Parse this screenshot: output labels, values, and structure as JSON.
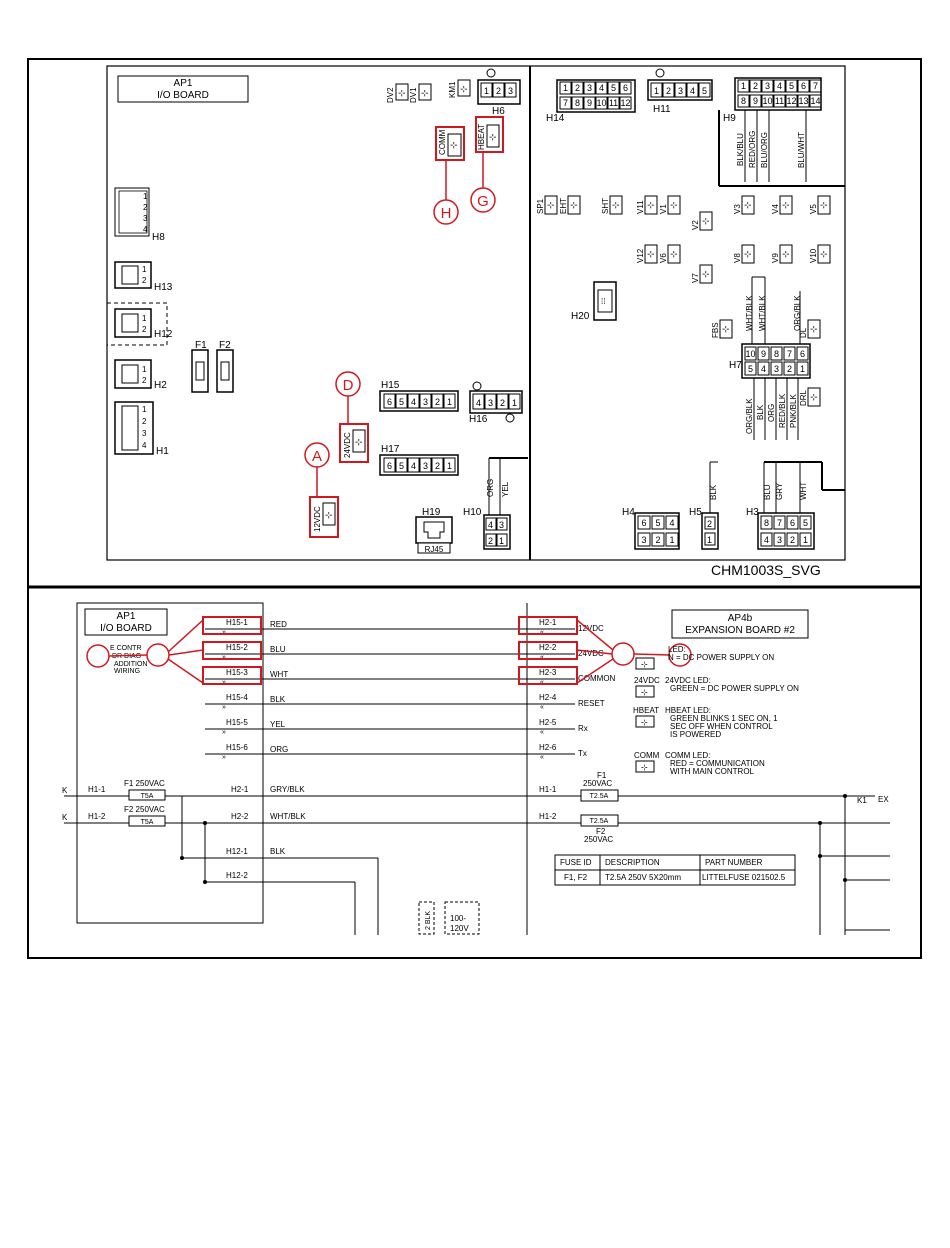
{
  "board_top": {
    "title_line1": "AP1",
    "title_line2": "I/O BOARD",
    "figure_id": "CHM1003S_SVG",
    "left_connectors": [
      "H8",
      "H13",
      "H12",
      "H2",
      "H1"
    ],
    "fuses": [
      "F1",
      "F2"
    ],
    "connectors": {
      "h15": "H15",
      "h16": "H16",
      "h17": "H17",
      "h19": "H19",
      "rj45": "RJ45",
      "h10": "H10",
      "h6": "H6",
      "h14": "H14",
      "h11": "H11",
      "h9": "H9",
      "h20": "H20",
      "h7": "H7",
      "h4": "H4",
      "h5": "H5",
      "h3": "H3"
    },
    "h15_pins": [
      "6",
      "5",
      "4",
      "3",
      "2",
      "1"
    ],
    "h17_pins": [
      "6",
      "5",
      "4",
      "3",
      "2",
      "1"
    ],
    "h16_pins": [
      "4",
      "3",
      "2",
      "1"
    ],
    "h10_pins_top": [
      "4",
      "3"
    ],
    "h10_pins_bot": [
      "2",
      "1"
    ],
    "h6_pins": [
      "1",
      "2",
      "3"
    ],
    "h14_pins_top": [
      "1",
      "2",
      "3",
      "4",
      "5",
      "6"
    ],
    "h14_pins_bot": [
      "7",
      "8",
      "9",
      "10",
      "11",
      "12"
    ],
    "h11_pins": [
      "1",
      "2",
      "3",
      "4",
      "5"
    ],
    "h9_pins_top": [
      "1",
      "2",
      "3",
      "4",
      "5",
      "6",
      "7"
    ],
    "h9_pins_bot": [
      "8",
      "9",
      "10",
      "11",
      "12",
      "13",
      "14"
    ],
    "h7_pins_top": [
      "10",
      "9",
      "8",
      "7",
      "6"
    ],
    "h7_pins_bot": [
      "5",
      "4",
      "3",
      "2",
      "1"
    ],
    "h4_pins_top": [
      "6",
      "5",
      "4"
    ],
    "h4_pins_bot": [
      "3",
      "2",
      "1"
    ],
    "h5_pins": [
      "2",
      "1"
    ],
    "h3_pins_top": [
      "8",
      "7",
      "6",
      "5"
    ],
    "h3_pins_bot": [
      "4",
      "3",
      "2",
      "1"
    ],
    "leds": {
      "dv2": "DV2",
      "dv1": "DV1",
      "km1": "KM1",
      "comm": "COMM",
      "hbeat": "HBEAT",
      "v12vdc": "12VDC",
      "v24vdc": "24VDC",
      "sp1": "SP1",
      "eht": "EHT",
      "sht": "SHT",
      "v11": "V11",
      "v1": "V1",
      "v2": "V2",
      "v3": "V3",
      "v4": "V4",
      "v5": "V5",
      "v12": "V12",
      "v6": "V6",
      "v7": "V7",
      "v8": "V8",
      "v9": "V9",
      "v10": "V10",
      "fbs": "FBS",
      "dl": "DL",
      "drl": "DRL"
    },
    "h9_wires": [
      "BLK/BLU",
      "RED/ORG",
      "BLU/ORG",
      "BLU/WHT"
    ],
    "h7_wires_top": [
      "WHT/BLK",
      "WHT/BLK",
      "ORG/BLK"
    ],
    "h7_wires_bot": [
      "ORG/BLK",
      "BLK",
      "ORG",
      "RED/BLK",
      "PNK/BLK"
    ],
    "h10_wires": [
      "ORG",
      "YEL"
    ],
    "h5_wires": [
      "BLK"
    ],
    "h3_wires": [
      "BLU",
      "GRY",
      "WHT"
    ],
    "callouts": [
      "A",
      "D",
      "H",
      "G"
    ]
  },
  "schematic": {
    "ap1_line1": "AP1",
    "ap1_line2": "I/O BOARD",
    "ap1_note_lines": [
      "E CONTR",
      "DR DIAG",
      "ADDITION",
      "WIRING"
    ],
    "ap4b_line1": "AP4b",
    "ap4b_line2": "EXPANSION BOARD #2",
    "rows": [
      {
        "left": "H15-1",
        "wire": "RED",
        "right": "H2-1",
        "signal": "12VDC"
      },
      {
        "left": "H15-2",
        "wire": "BLU",
        "right": "H2-2",
        "signal": "24VDC"
      },
      {
        "left": "H15-3",
        "wire": "WHT",
        "right": "H2-3",
        "signal": "COMMON"
      },
      {
        "left": "H15-4",
        "wire": "BLK",
        "right": "H2-4",
        "signal": "RESET"
      },
      {
        "left": "H15-5",
        "wire": "YEL",
        "right": "H2-5",
        "signal": "Rx"
      },
      {
        "left": "H15-6",
        "wire": "ORG",
        "right": "H2-6",
        "signal": "Tx"
      }
    ],
    "power": [
      {
        "in": "H1-1",
        "fuse": "F1 250VAC",
        "fuse_val": "T5A",
        "out": "H2-1",
        "wire": "GRY/BLK",
        "right": "H1-1",
        "rfuse_top": "F1",
        "rfuse_top2": "250VAC",
        "rfuse_val": "T2.5A"
      },
      {
        "in": "H1-2",
        "fuse": "F2 250VAC",
        "fuse_val": "T5A",
        "out": "H2-2",
        "wire": "WHT/BLK",
        "right": "H1-2",
        "rfuse_bot": "F2",
        "rfuse_bot2": "250VAC",
        "rfuse_val": "T2.5A"
      }
    ],
    "h12_1": "H12-1",
    "h12_2": "H12-2",
    "h12_wire": "BLK",
    "k_left1": "K",
    "k_left2": "K",
    "k1_right": "K1",
    "ex_label": "EX",
    "box_2blk": "2 BLK",
    "box_100": "100-",
    "box_120": "120V",
    "led_legend": [
      {
        "tag": "",
        "lines": [
          "LED:",
          "N = DC POWER SUPPLY ON"
        ]
      },
      {
        "tag": "24VDC",
        "lines": [
          "24VDC LED:",
          "GREEN = DC POWER SUPPLY ON"
        ]
      },
      {
        "tag": "HBEAT",
        "lines": [
          "HBEAT LED:",
          "GREEN BLINKS 1 SEC ON, 1",
          "SEC OFF WHEN CONTROL",
          "IS POWERED"
        ]
      },
      {
        "tag": "COMM",
        "lines": [
          "COMM LED:",
          "RED = COMMUNICATION",
          "WITH MAIN CONTROL"
        ]
      }
    ],
    "fuse_table": {
      "headers": [
        "FUSE ID",
        "DESCRIPTION",
        "PART NUMBER"
      ],
      "row": [
        "F1, F2",
        "T2.5A 250V 5X20mm",
        "LITTELFUSE 021502.5"
      ]
    }
  }
}
